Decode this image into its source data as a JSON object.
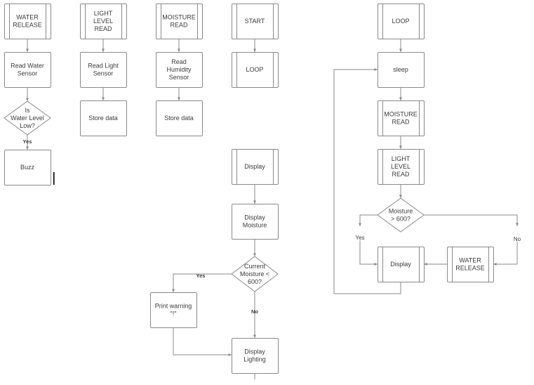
{
  "colors": {
    "stroke": "#8a8a8a",
    "text": "#3b3b3b",
    "fill": "#ffffff",
    "cursor": "#000000"
  },
  "nodes": [
    {
      "id": "water-release-sub",
      "kind": "subprocess",
      "lines": [
        "WATER",
        "RELEASE"
      ]
    },
    {
      "id": "read-water-sensor",
      "kind": "process",
      "lines": [
        "Read Water",
        "Sensor"
      ]
    },
    {
      "id": "water-level-decision",
      "kind": "decision",
      "lines": [
        "Is",
        "Water Level",
        "Low?"
      ]
    },
    {
      "id": "buzz",
      "kind": "process",
      "lines": [
        "Buzz"
      ]
    },
    {
      "id": "light-level-read-sub",
      "kind": "subprocess",
      "lines": [
        "LIGHT",
        "LEVEL",
        "READ"
      ]
    },
    {
      "id": "read-light-sensor",
      "kind": "process",
      "lines": [
        "Read Light",
        "Sensor"
      ]
    },
    {
      "id": "store-data-light",
      "kind": "process",
      "lines": [
        "Store data"
      ]
    },
    {
      "id": "moisture-read-sub",
      "kind": "subprocess",
      "lines": [
        "MOISTURE",
        "READ"
      ]
    },
    {
      "id": "read-humidity-sensor",
      "kind": "process",
      "lines": [
        "Read",
        "Humidity",
        "Sensor"
      ]
    },
    {
      "id": "store-data-moisture",
      "kind": "process",
      "lines": [
        "Store data"
      ]
    },
    {
      "id": "start",
      "kind": "subprocess",
      "lines": [
        "START"
      ]
    },
    {
      "id": "loop-call",
      "kind": "subprocess",
      "lines": [
        "LOOP"
      ]
    },
    {
      "id": "display-sub",
      "kind": "subprocess",
      "lines": [
        "Display"
      ]
    },
    {
      "id": "display-moisture",
      "kind": "process",
      "lines": [
        "Display",
        "Moisture"
      ]
    },
    {
      "id": "moisture-600-decision",
      "kind": "decision",
      "lines": [
        "Current",
        "Moisture <",
        "600?"
      ]
    },
    {
      "id": "print-warning",
      "kind": "process",
      "lines": [
        "Print warning",
        "\"!\""
      ]
    },
    {
      "id": "display-lighting",
      "kind": "process",
      "lines": [
        "Display",
        "Lighting"
      ]
    },
    {
      "id": "loop-sub",
      "kind": "subprocess",
      "lines": [
        "LOOP"
      ]
    },
    {
      "id": "sleep",
      "kind": "process",
      "lines": [
        "sleep"
      ]
    },
    {
      "id": "moisture-read-call",
      "kind": "subprocess",
      "lines": [
        "MOISTURE",
        "READ"
      ]
    },
    {
      "id": "light-level-read-call",
      "kind": "subprocess",
      "lines": [
        "LIGHT",
        "LEVEL",
        "READ"
      ]
    },
    {
      "id": "moisture-gt-600-decision",
      "kind": "decision",
      "lines": [
        "Moisture",
        "> 600?"
      ]
    },
    {
      "id": "display-call",
      "kind": "subprocess",
      "lines": [
        "Display"
      ]
    },
    {
      "id": "water-release-call",
      "kind": "subprocess",
      "lines": [
        "WATER",
        "RELEASE"
      ]
    }
  ],
  "edge_labels": [
    {
      "id": "label-yes-water",
      "text": "Yes",
      "bold": true
    },
    {
      "id": "label-yes-current-moisture",
      "text": "Yes",
      "bold": true
    },
    {
      "id": "label-no-current-moisture",
      "text": "No",
      "bold": true
    },
    {
      "id": "label-yes-moisture-600",
      "text": "Yes",
      "bold": false
    },
    {
      "id": "label-no-moisture-600",
      "text": "No",
      "bold": false
    }
  ]
}
